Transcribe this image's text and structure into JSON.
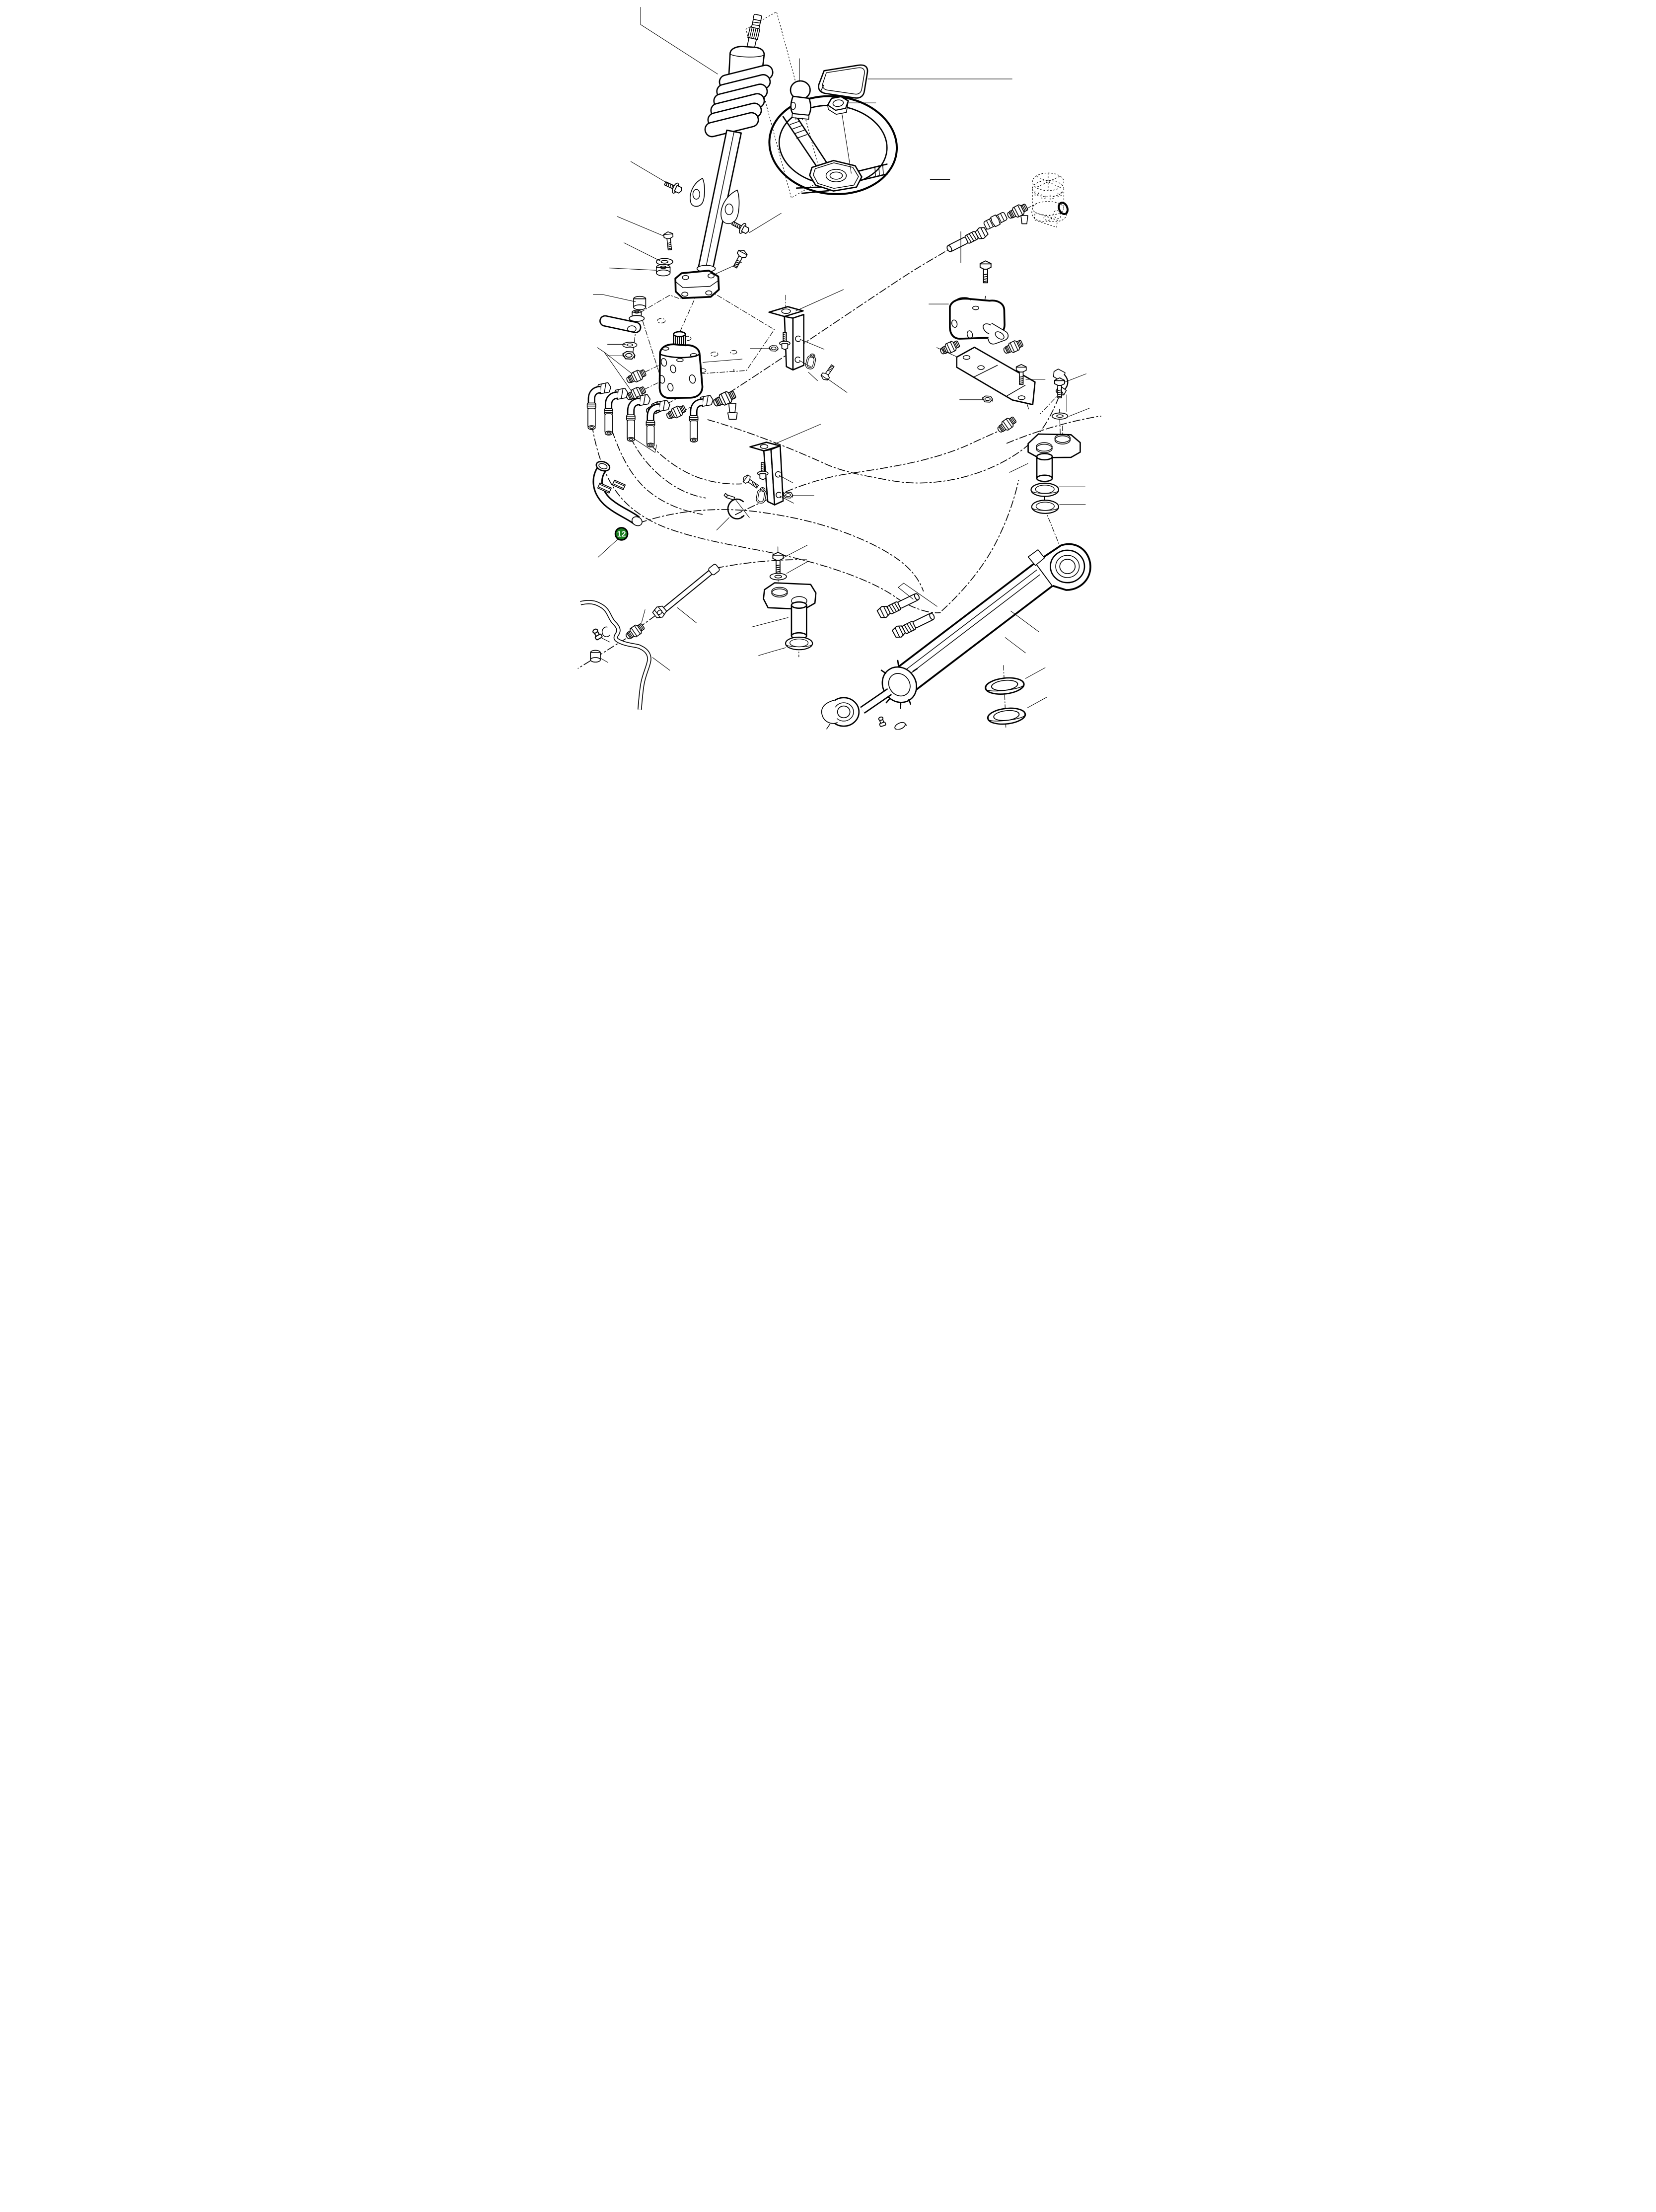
{
  "page": {
    "background": "#ffffff",
    "line_color": "#000000",
    "type": "exploded-parts-diagram",
    "subject": "hydraulic steering system"
  },
  "callout": {
    "number": "12",
    "fill": "#1a7e1f",
    "ring_color": "#000000",
    "text_color": "#ffffff"
  },
  "stray_text": {
    "comma": ","
  },
  "parts": [
    {
      "name": "steering-shaft"
    },
    {
      "name": "steering-column-bellows"
    },
    {
      "name": "steering-column-tube"
    },
    {
      "name": "column-flange"
    },
    {
      "name": "mounting-plate-phantom"
    },
    {
      "name": "steering-wheel"
    },
    {
      "name": "steering-wheel-cap"
    },
    {
      "name": "steering-wheel-nut"
    },
    {
      "name": "spinner-knob"
    },
    {
      "name": "steering-valve"
    },
    {
      "name": "union-fitting"
    },
    {
      "name": "elbow-hose-fitting"
    },
    {
      "name": "tee-fitting"
    },
    {
      "name": "suction-hose"
    },
    {
      "name": "lever-arm"
    },
    {
      "name": "clamp-bracket-upper"
    },
    {
      "name": "clamp-bracket-lower"
    },
    {
      "name": "retaining-ring"
    },
    {
      "name": "flow-control-valve"
    },
    {
      "name": "valve-bracket-strap"
    },
    {
      "name": "pump-assembly-phantom"
    },
    {
      "name": "check-valve"
    },
    {
      "name": "steering-cylinder"
    },
    {
      "name": "cylinder-hose-fitting"
    },
    {
      "name": "seal-ring"
    },
    {
      "name": "pivot-pin-left"
    },
    {
      "name": "pivot-pin-right"
    },
    {
      "name": "grease-fitting"
    },
    {
      "name": "steel-tube"
    },
    {
      "name": "hose-tube"
    }
  ]
}
